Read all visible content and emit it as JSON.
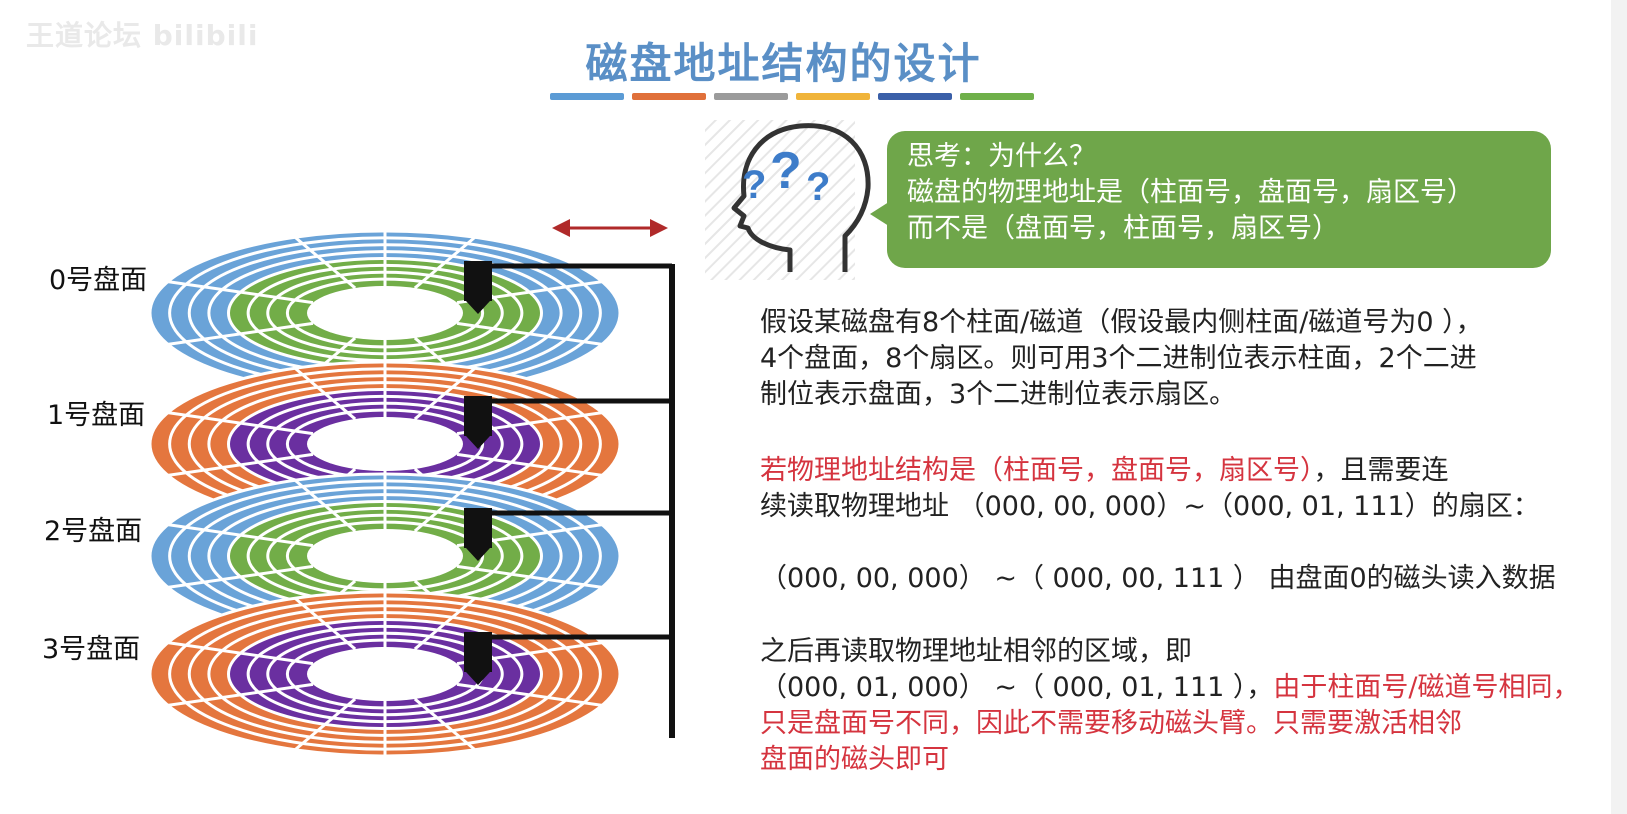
{
  "watermark": "王道论坛 bilibili",
  "title": "磁盘地址结构的设计",
  "colors": {
    "title": "#5a8fc6",
    "bars": [
      "#5b9bd5",
      "#e0703a",
      "#9b9b9b",
      "#f0b43a",
      "#3a5fa8",
      "#6fb04a"
    ],
    "blue": "#6aa3d8",
    "green": "#72ad48",
    "orange": "#e4763e",
    "purple": "#6a2fa0",
    "bubble": "#6fa64a",
    "red_text": "#d5343f",
    "arrow": "#b02a2a"
  },
  "platters": [
    {
      "label": "0号盘面",
      "scheme": "blue-green"
    },
    {
      "label": "1号盘面",
      "scheme": "orange-purple"
    },
    {
      "label": "2号盘面",
      "scheme": "blue-green"
    },
    {
      "label": "3号盘面",
      "scheme": "orange-purple"
    }
  ],
  "bubble": {
    "line1": "思考：为什么？",
    "line2": "磁盘的物理地址是（柱面号，盘面号，扇区号）",
    "line3": "而不是（盘面号，柱面号，扇区号）"
  },
  "para1": {
    "line1": "假设某磁盘有8个柱面/磁道（假设最内侧柱面/磁道号为0 ），",
    "line2": "4个盘面，8个扇区。则可用3个二进制位表示柱面，2个二进",
    "line3": "制位表示盘面，3个二进制位表示扇区。"
  },
  "para2": {
    "line1_red": "若物理地址结构是（柱面号，盘面号，扇区号）",
    "line1_rest": "，且需要连",
    "line2": "续读取物理地址 （000, 00, 000）~（000, 01, 111）的扇区："
  },
  "para3": {
    "line1": "（000, 00, 000） ~（ 000, 00, 111 ） 由盘面0的磁头读入数据"
  },
  "para4": {
    "line1": "之后再读取物理地址相邻的区域，即",
    "line2_black": "（000, 01, 000） ~（ 000, 01, 111 ），",
    "line2_red": "由于柱面号/磁道号相同，",
    "line3_red": "只是盘面号不同，因此不需要移动磁头臂。只需要激活相邻",
    "line4_red": "盘面的磁头即可"
  }
}
